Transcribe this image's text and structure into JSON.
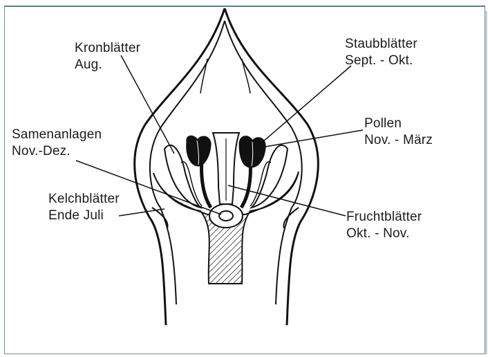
{
  "labels": {
    "kronblaetter": {
      "name": "Kronblätter",
      "time": "Aug."
    },
    "staubblaetter": {
      "name": "Staubblätter",
      "time": "Sept. - Okt."
    },
    "pollen": {
      "name": "Pollen",
      "time": "Nov. - März"
    },
    "samenanlagen": {
      "name": "Samenanlagen",
      "time": "Nov.-Dez."
    },
    "kelchblaetter": {
      "name": "Kelchblätter",
      "time": "Ende Juli"
    },
    "fruchtblaetter": {
      "name": "Fruchtblätter",
      "time": "Okt. - Nov."
    }
  },
  "colors": {
    "ink": "#111111",
    "frame": "#6f8f8f",
    "background": "#ffffff"
  }
}
